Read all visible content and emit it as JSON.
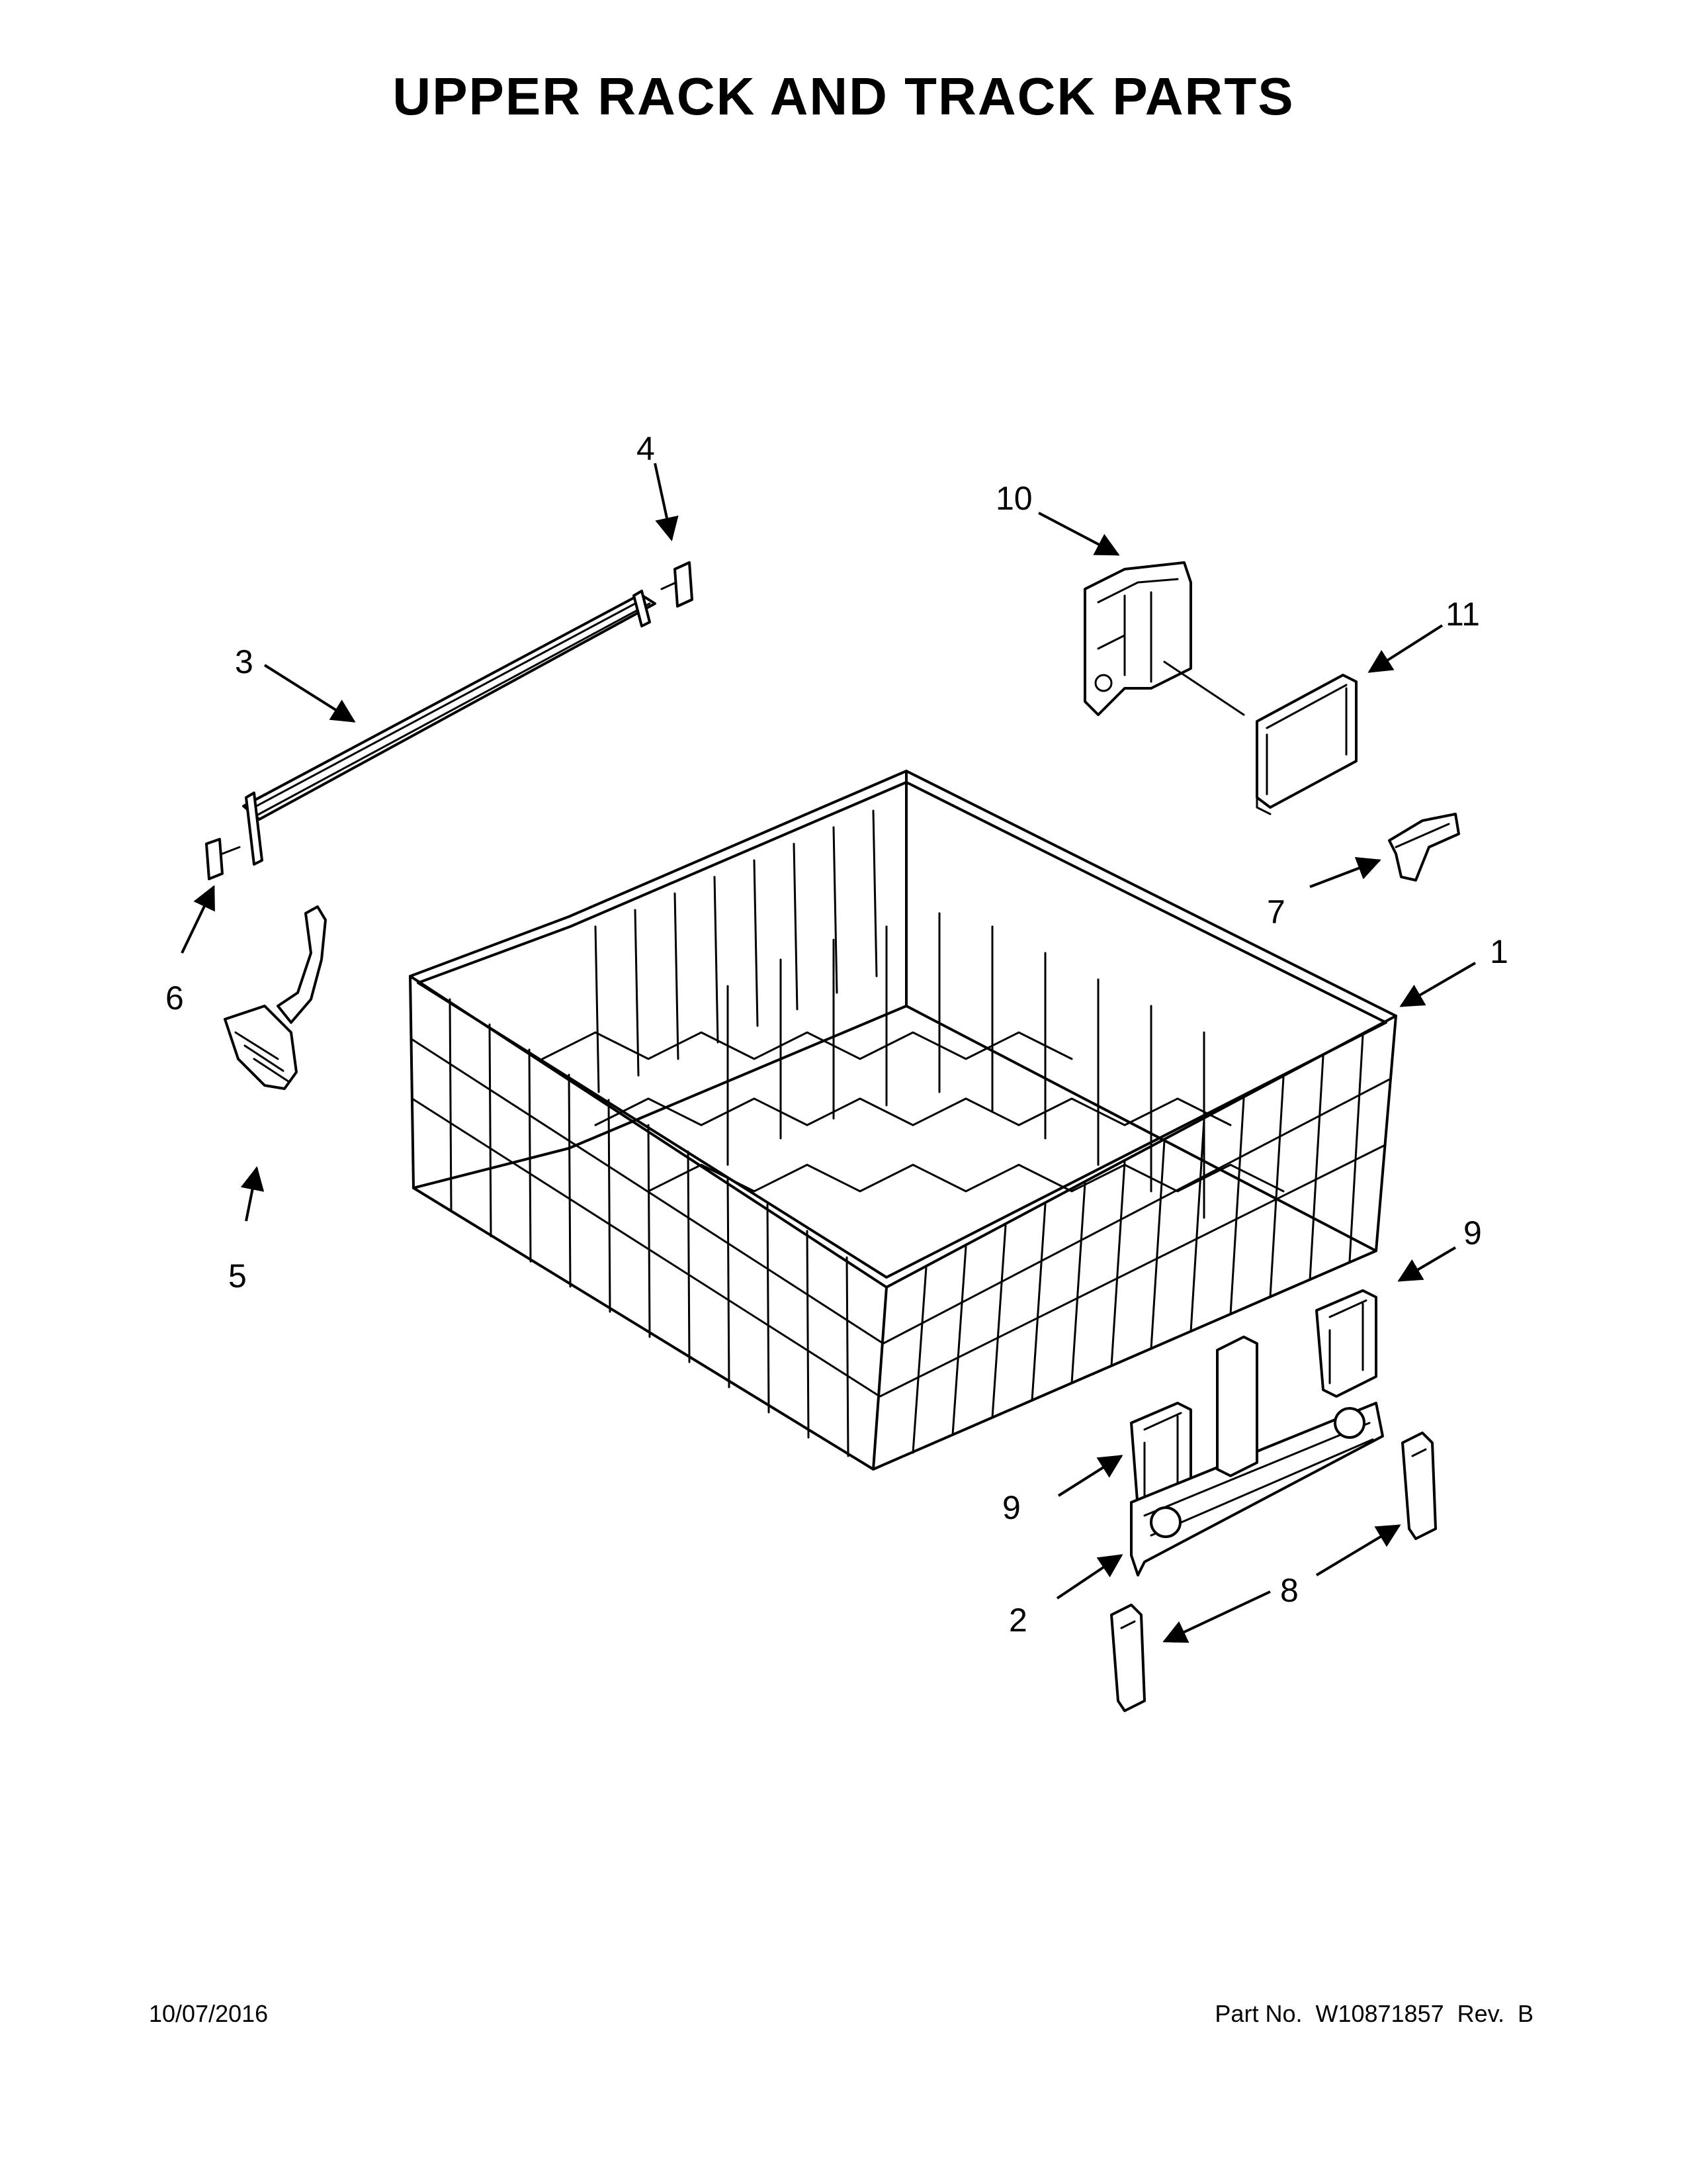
{
  "title": "UPPER RACK AND TRACK PARTS",
  "footer": {
    "date": "10/07/2016",
    "part_number": "Part No.  W10871857  Rev.  B"
  },
  "callouts": {
    "c1": "1",
    "c2": "2",
    "c3": "3",
    "c4": "4",
    "c5": "5",
    "c6": "6",
    "c7": "7",
    "c8": "8",
    "c9a": "9",
    "c9b": "9",
    "c10": "10",
    "c11": "11"
  }
}
